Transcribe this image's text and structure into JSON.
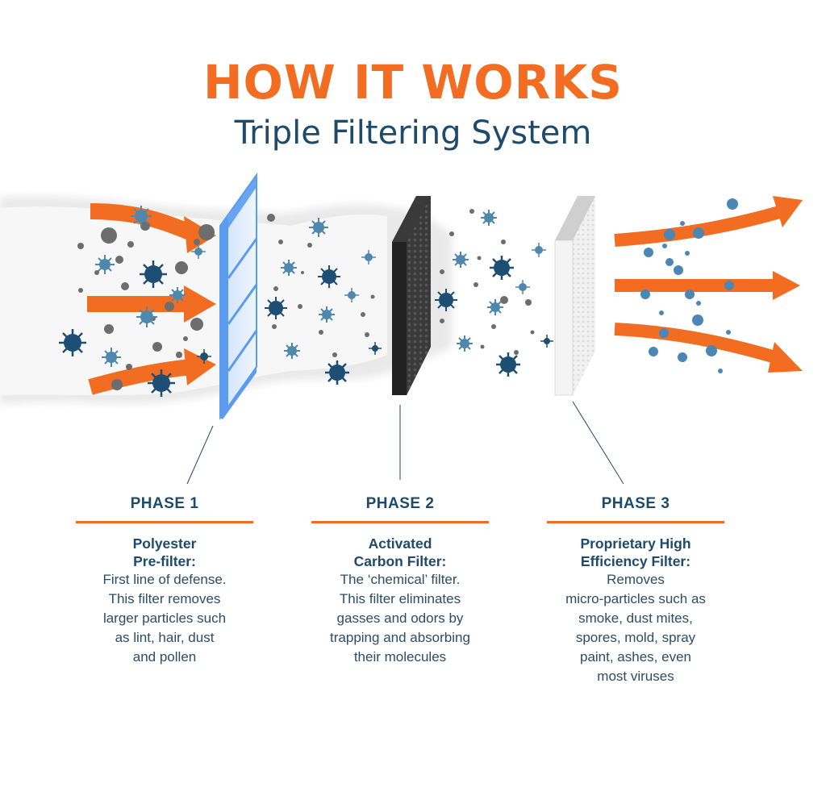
{
  "header": {
    "title": "HOW IT WORKS",
    "subtitle": "Triple Filtering System"
  },
  "colors": {
    "accent_orange": "#f26d21",
    "text_navy": "#1e4a6b",
    "virus_dark": "#1d4e73",
    "virus_light": "#4f88ad",
    "particle_gray": "#6d6d6d",
    "clean_blue": "#4b86b4",
    "prefilter_blue": "#5b9cf0",
    "carbon_black": "#2b2b2b",
    "hepa_gray": "#e2e2e2"
  },
  "phases": [
    {
      "heading": "PHASE 1",
      "name_line1": "Polyester",
      "name_line2": "Pre-filter:",
      "desc_lines": [
        "First line of defense.",
        "This filter removes",
        "larger particles such",
        "as lint, hair, dust",
        "and pollen"
      ]
    },
    {
      "heading": "PHASE 2",
      "name_line1": "Activated",
      "name_line2": "Carbon Filter:",
      "desc_lines": [
        "The ‘chemical’ filter.",
        "This filter eliminates",
        "gasses and odors by",
        "trapping and absorbing",
        "their molecules"
      ]
    },
    {
      "heading": "PHASE 3",
      "name_line1": "Proprietary High",
      "name_line2": "Efficiency Filter:",
      "desc_lines": [
        "Removes",
        "micro-particles such as",
        "smoke, dust mites,",
        "spores, mold, spray",
        "paint, ashes, even",
        "most viruses"
      ]
    }
  ]
}
